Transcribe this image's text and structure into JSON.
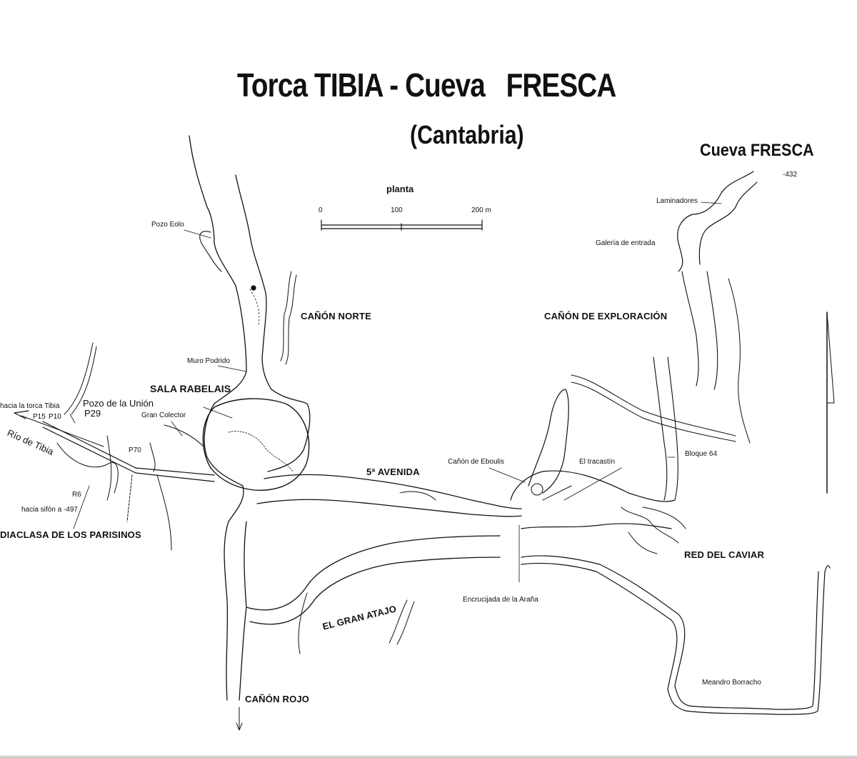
{
  "header": {
    "title": "Torca TIBIA - Cueva   FRESCA",
    "subtitle": "(Cantabria)",
    "cave_title": "Cueva FRESCA",
    "depth": "-432"
  },
  "scale_bar": {
    "label": "planta",
    "ticks": [
      "0",
      "100",
      "200 m"
    ]
  },
  "sections": {
    "canon_norte": "CAÑÓN NORTE",
    "canon_exploracion": "CAÑÓN DE EXPLORACIÓN",
    "sala_rabelais": "SALA RABELAIS",
    "quinta_avenida": "5ª AVENIDA",
    "red_caviar": "RED DEL CAVIAR",
    "diaclasa": "DIACLASA DE LOS PARISINOS",
    "gran_atajo": "EL GRAN ATAJO",
    "canon_rojo": "CAÑÓN ROJO"
  },
  "labels": {
    "pozo_eolo": "Pozo Eolo",
    "muro_podrido": "Muro Podrido",
    "gran_colector": "Gran Colector",
    "pozo_union": "Pozo de la Unión",
    "p29": "P29",
    "p15": "P15",
    "p10": "P10",
    "p70": "P70",
    "r6": "R6",
    "hacia_torca": "hacia la torca Tibia",
    "rio_tibia": "Río de Tibia",
    "hacia_sifon": "hacia sifón a -497",
    "laminadores": "Laminadores",
    "galeria_entrada": "Galería de entrada",
    "canon_eboulis": "Cañón de Eboulis",
    "el_tracastin": "El tracastín",
    "bloque_64": "Bloque 64",
    "encrucijada": "Encrucijada de la Araña",
    "meandro_borracho": "Meandro Borracho"
  },
  "colors": {
    "ink": "#111111",
    "paper": "#ffffff"
  }
}
